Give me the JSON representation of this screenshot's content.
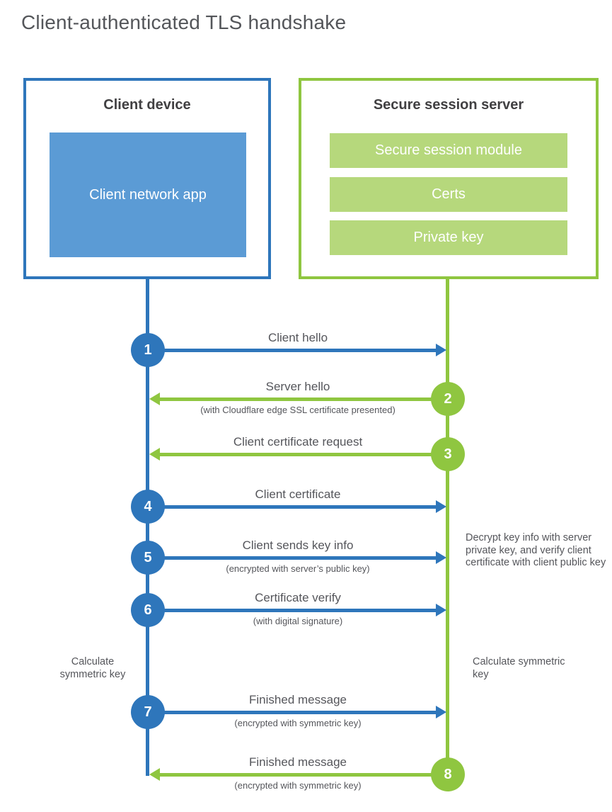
{
  "title": "Client-authenticated TLS handshake",
  "colors": {
    "blue": "#2e76bb",
    "light_blue": "#5b9bd5",
    "green": "#8fc640",
    "light_green": "#b6d87c",
    "heading_text": "#414042",
    "body_text": "#55565b"
  },
  "client": {
    "title": "Client device",
    "module": "Client network app"
  },
  "server": {
    "title": "Secure session server",
    "modules": [
      "Secure session module",
      "Certs",
      "Private key"
    ]
  },
  "steps": [
    {
      "num": "1",
      "label": "Client hello",
      "sub": "",
      "from": "client",
      "to": "server",
      "color": "blue"
    },
    {
      "num": "2",
      "label": "Server hello",
      "sub": "(with Cloudflare edge SSL certificate presented)",
      "from": "server",
      "to": "client",
      "color": "green"
    },
    {
      "num": "3",
      "label": "Client certificate request",
      "sub": "",
      "from": "server",
      "to": "client",
      "color": "green"
    },
    {
      "num": "4",
      "label": "Client certificate",
      "sub": "",
      "from": "client",
      "to": "server",
      "color": "blue"
    },
    {
      "num": "5",
      "label": "Client sends key info",
      "sub": "(encrypted with server’s public key)",
      "from": "client",
      "to": "server",
      "color": "blue"
    },
    {
      "num": "6",
      "label": "Certificate verify",
      "sub": "(with digital signature)",
      "from": "client",
      "to": "server",
      "color": "blue"
    },
    {
      "num": "7",
      "label": "Finished message",
      "sub": "(encrypted with symmetric key)",
      "from": "client",
      "to": "server",
      "color": "blue"
    },
    {
      "num": "8",
      "label": "Finished message",
      "sub": "(encrypted with symmetric key)",
      "from": "server",
      "to": "client",
      "color": "green"
    }
  ],
  "notes": {
    "decrypt": "Decrypt key info with server private key, and verify client certificate with client public key",
    "calc_left": "Calculate symmetric key",
    "calc_right": "Calculate symmetric key"
  }
}
